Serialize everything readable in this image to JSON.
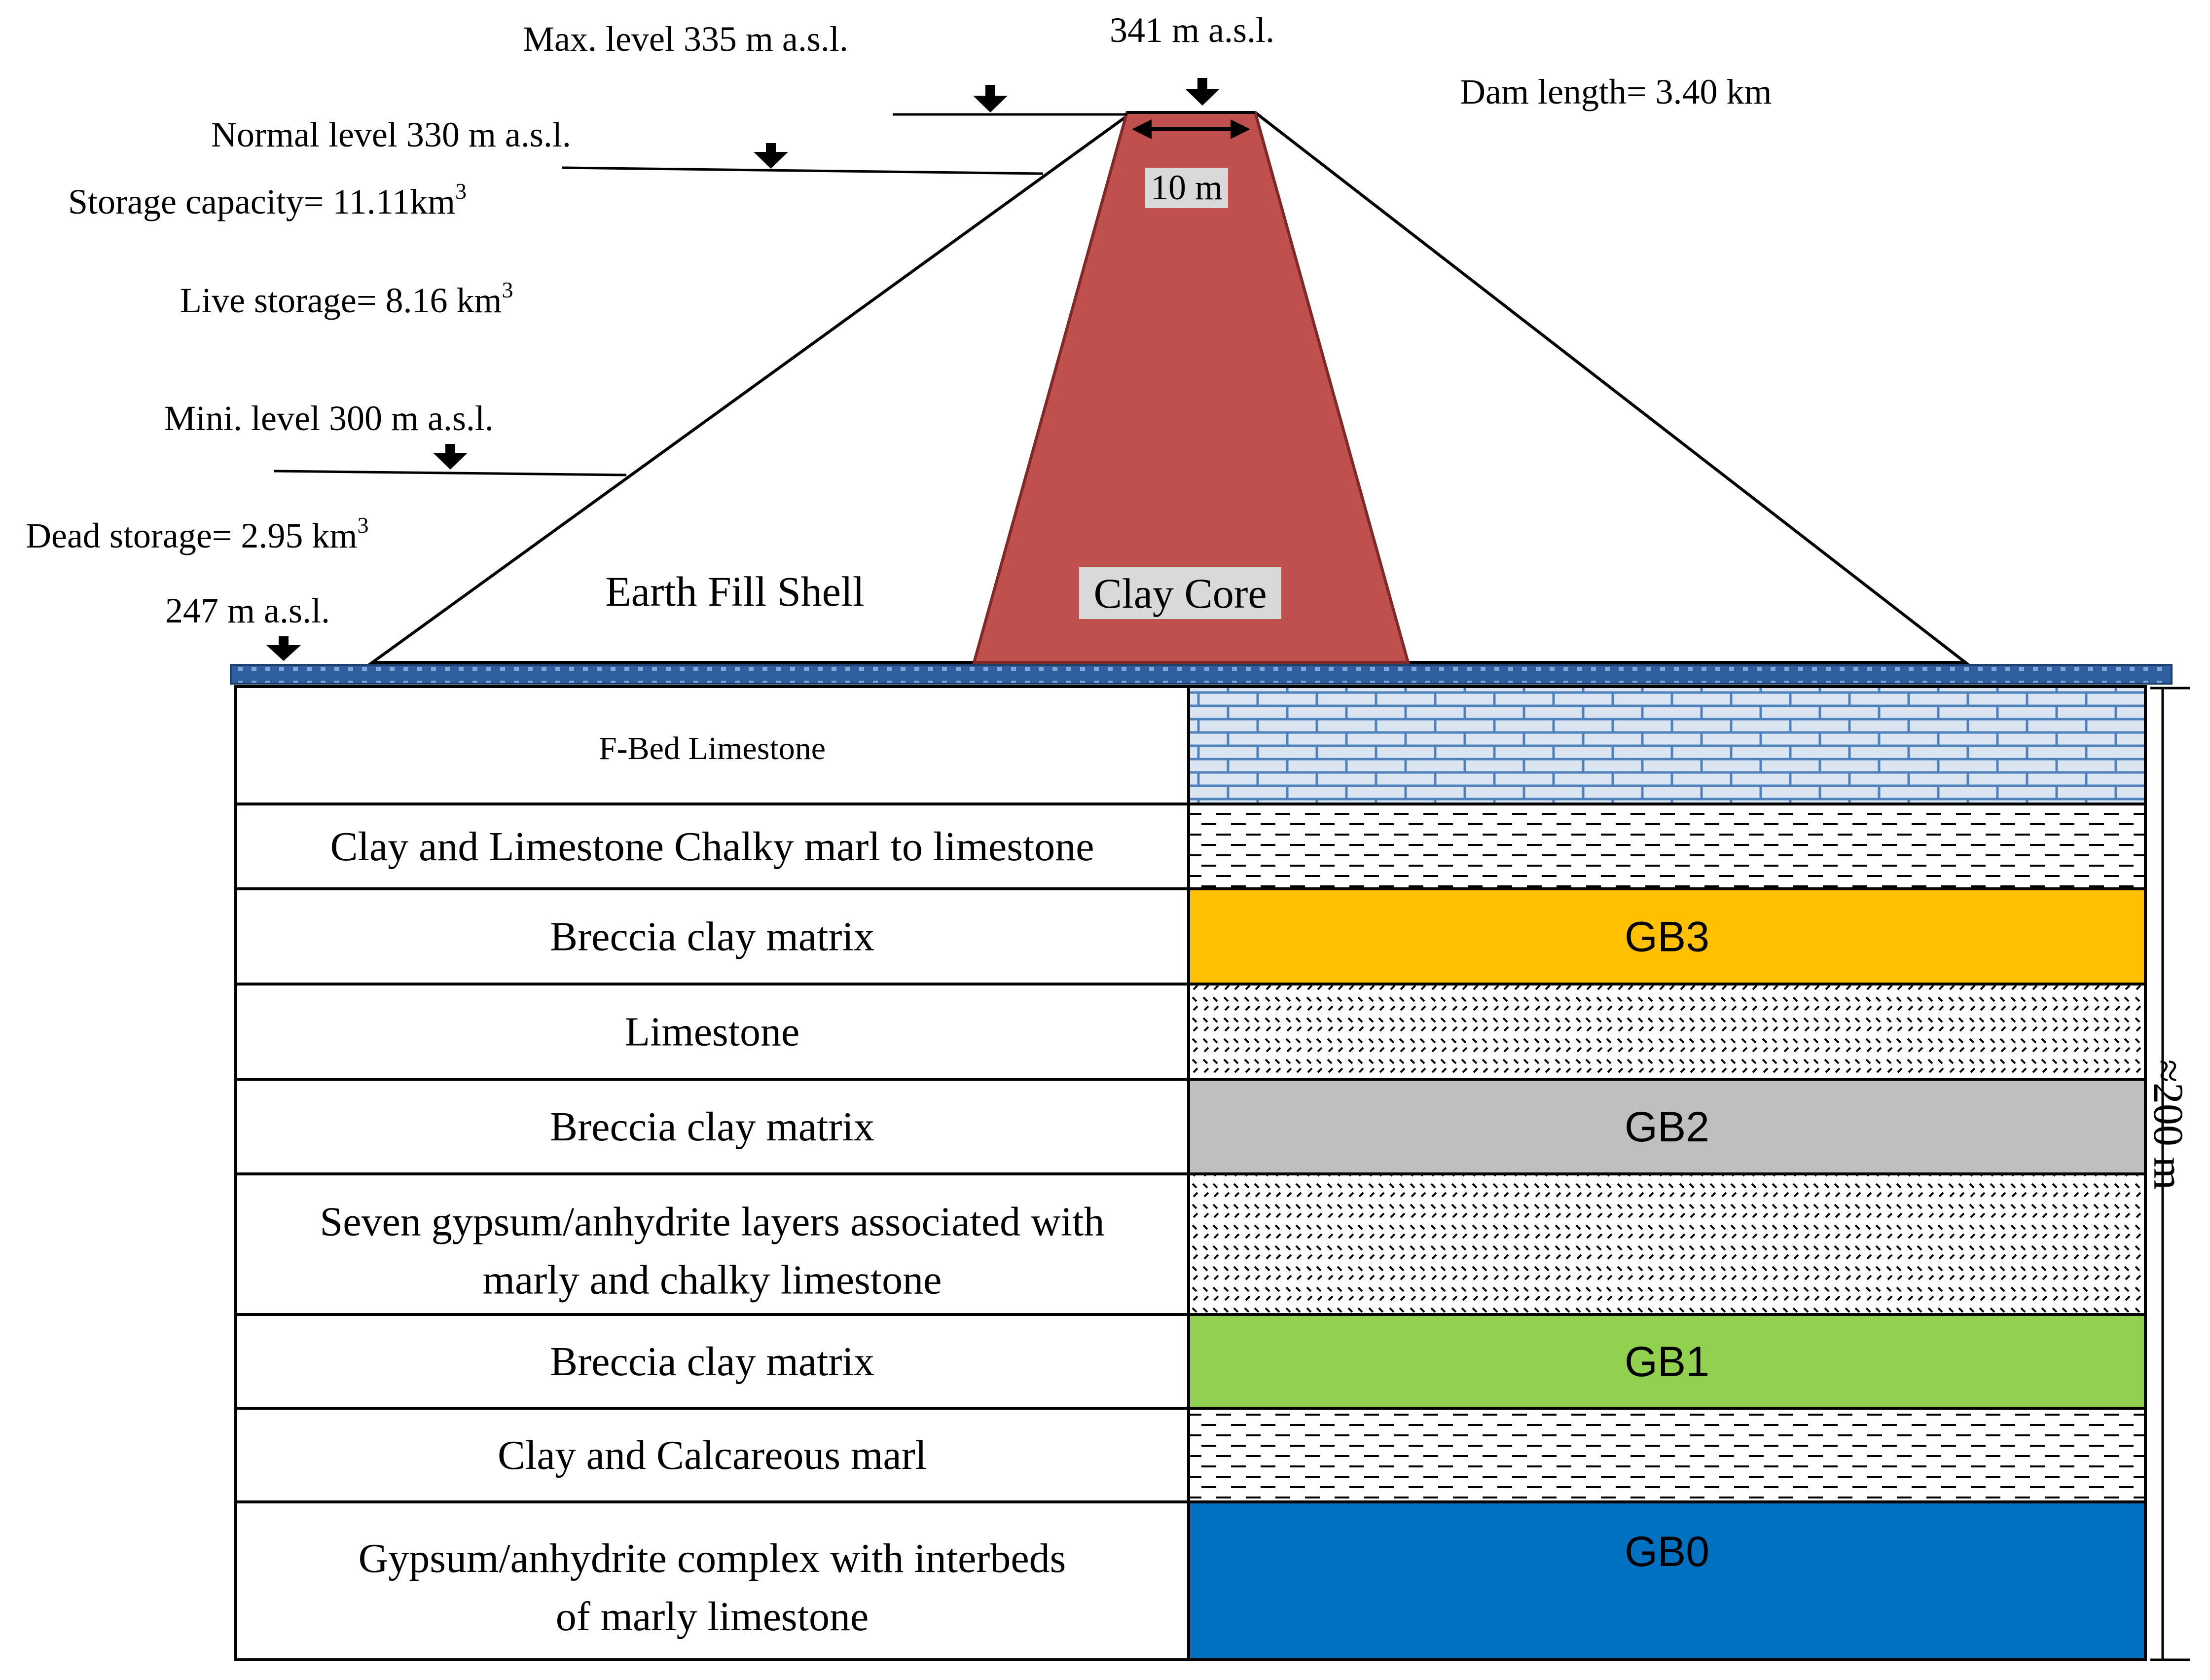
{
  "dam": {
    "crest_level": "341 m a.s.l.",
    "max_level": "Max.  level 335 m a.s.l.",
    "normal_level": "Normal level   330 m a.s.l.",
    "storage_capacity": "Storage capacity= 11.11km",
    "storage_capacity_sup": "3",
    "live_storage": "Live storage= 8.16 km",
    "live_storage_sup": "3",
    "mini_level": "Mini.  level  300 m a.s.l.",
    "dead_storage": "Dead storage= 2.95 km",
    "dead_storage_sup": "3",
    "base_level": "247 m a.s.l.",
    "dam_length": "Dam length= 3.40 km",
    "crest_width": "10 m",
    "shell_label": "Earth Fill Shell",
    "core_label": "Clay Core",
    "depth_label": "≈200 m"
  },
  "colors": {
    "core": "#c0504d",
    "foundation": "#2f5f9e",
    "gb3": "#ffc000",
    "gb2": "#bfbfbf",
    "gb1": "#92d050",
    "gb0": "#0070c0",
    "limestone_pattern": "#4f81bd"
  },
  "layers": [
    {
      "description": "F-Bed Limestone",
      "pattern": "brick",
      "tag": ""
    },
    {
      "description": "Clay and Limestone Chalky marl to limestone",
      "pattern": "dash",
      "tag": ""
    },
    {
      "description": "Breccia clay matrix",
      "pattern": "solid",
      "tag": "GB3"
    },
    {
      "description": "Limestone",
      "pattern": "hatch",
      "tag": ""
    },
    {
      "description": "Breccia clay matrix",
      "pattern": "solid",
      "tag": "GB2"
    },
    {
      "description": "Seven gypsum/anhydrite layers associated with",
      "description_line2": "marly and chalky limestone",
      "pattern": "hatch",
      "tag": ""
    },
    {
      "description": "Breccia clay matrix",
      "pattern": "solid",
      "tag": "GB1"
    },
    {
      "description": "Clay and Calcareous marl",
      "pattern": "dash",
      "tag": ""
    },
    {
      "description": "Gypsum/anhydrite complex with interbeds",
      "description_line2": "of marly limestone",
      "pattern": "solid",
      "tag": "GB0"
    }
  ]
}
